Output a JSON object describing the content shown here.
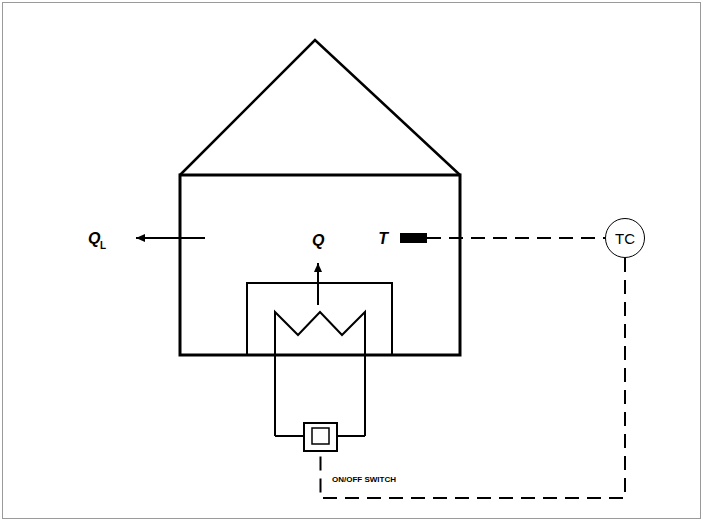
{
  "diagram": {
    "nodes": [
      {
        "text": [
          "T"
        ]
      },
      {
        "text": [
          "TC"
        ]
      },
      {
        "text": [
          "ON/OFF SWITCH"
        ]
      }
    ],
    "edges": [
      {
        "from": 0,
        "to": 1,
        "arrow": "none"
      },
      {
        "from": 1,
        "to": 2,
        "arrow": "none"
      }
    ],
    "labels": [
      "Q",
      "L",
      "Q"
    ]
  }
}
